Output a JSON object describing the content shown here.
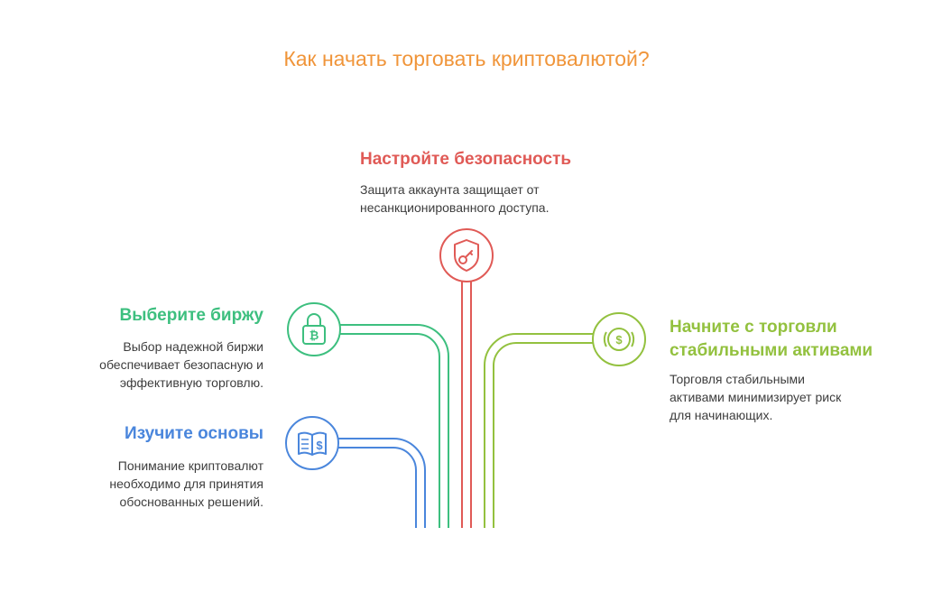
{
  "title": "Как начать торговать криптовалютой?",
  "colors": {
    "title": "#f0953a",
    "security": "#e05a56",
    "exchange": "#3dbf7f",
    "basics": "#4a86dc",
    "stable": "#93c13f"
  },
  "steps": [
    {
      "id": "security",
      "heading": "Настройте безопасность",
      "desc_lines": [
        "Защита аккаунта защищает от",
        "несанкционированного доступа."
      ],
      "icon": "shield-key-icon"
    },
    {
      "id": "exchange",
      "heading": "Выберите биржу",
      "desc_lines": [
        "Выбор надежной биржи",
        "обеспечивает безопасную и",
        "эффективную торговлю."
      ],
      "icon": "bitcoin-lock-icon"
    },
    {
      "id": "basics",
      "heading": "Изучите основы",
      "desc_lines": [
        "Понимание криптовалют",
        "необходимо для принятия",
        "обоснованных решений."
      ],
      "icon": "book-dollar-icon"
    },
    {
      "id": "stable",
      "heading_lines": [
        "Начните с торговли",
        "стабильными активами"
      ],
      "desc_lines": [
        "Торговля стабильными",
        "активами минимизирует риск",
        "для начинающих."
      ],
      "icon": "dollar-coin-icon"
    }
  ]
}
